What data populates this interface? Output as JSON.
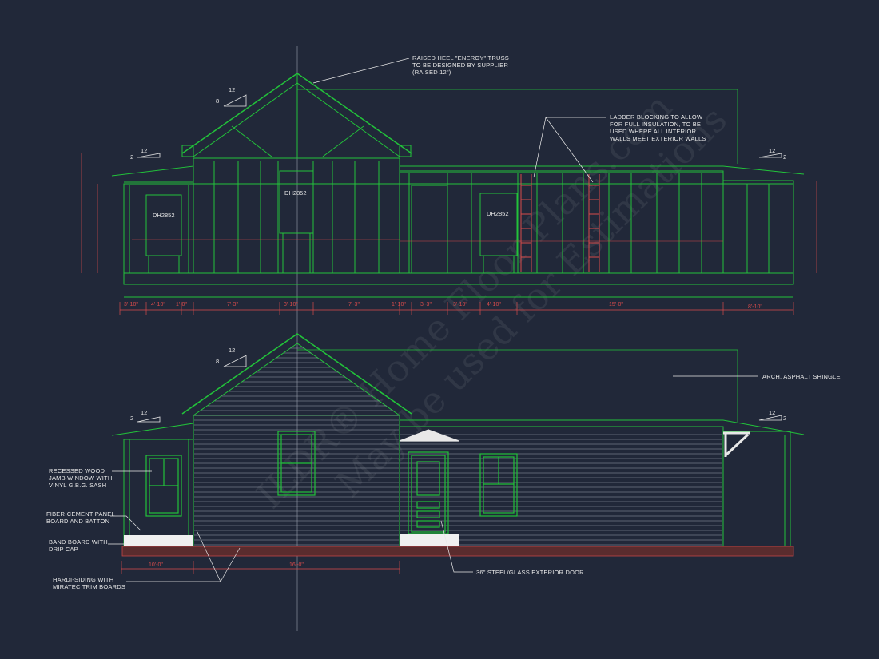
{
  "notes": {
    "truss": [
      "RAISED HEEL \"ENERGY\" TRUSS",
      "TO BE DESIGNED BY SUPPLIER",
      "(RAISED 12\")"
    ],
    "ladder": [
      "LADDER BLOCKING TO ALLOW",
      "FOR FULL INSULATION, TO BE",
      "USED WHERE ALL INTERIOR",
      "WALLS MEET EXTERIOR WALLS"
    ],
    "shingle": [
      "ARCH. ASPHALT SHINGLE"
    ],
    "window": [
      "RECESSED WOOD",
      "JAMB WINDOW WITH",
      "VINYL G.B.G. SASH"
    ],
    "fiber": [
      "FIBER-CEMENT PANEL",
      "BOARD AND BATTON"
    ],
    "band": [
      "BAND BOARD WITH",
      "DRIP CAP"
    ],
    "hardi": [
      "HARDI-SIDING WITH",
      "MIRATEC TRIM BOARDS"
    ],
    "door": [
      "36\" STEEL/GLASS EXTERIOR DOOR"
    ]
  },
  "windows": {
    "left": "DH2852",
    "center": "DH2852",
    "right": "DH2852"
  },
  "pitch": {
    "rise": "12",
    "run_8": "8",
    "run_2": "2"
  },
  "dims_top": [
    "3'-10\"",
    "4'-10\"",
    "1'-0\"",
    "7'-3\"",
    "3'-10\"",
    "7'-3\"",
    "1'-10\"",
    "3'-3\"",
    "3'-10\"",
    "4'-10\"",
    "15'-0\"",
    "8'-10\""
  ],
  "dims_bottom": [
    "10'-0\"",
    "16'-0\""
  ],
  "watermark": [
    "ILDR® Home Floor Plans.com",
    "May be used for Estimations"
  ],
  "colors": {
    "background": "#212839",
    "framing": "#22c23a",
    "dimension": "#d84b4b",
    "text": "#e8e8e8"
  }
}
